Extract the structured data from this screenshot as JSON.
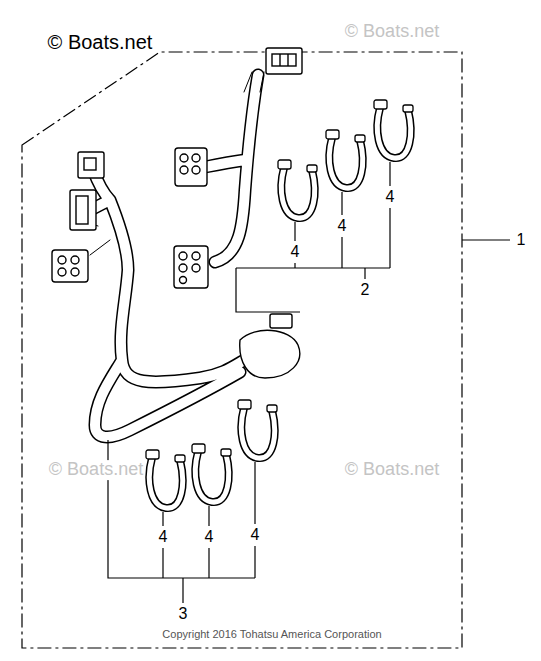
{
  "diagram": {
    "labels": [
      "© Boats.net",
      "© Boats.net",
      "© Boats.net",
      "© Boats.net",
      "1",
      "2",
      "4",
      "4",
      "4",
      "3",
      "4",
      "4",
      "4",
      "Copyright 2016 Tohatsu America Corporation"
    ]
  }
}
